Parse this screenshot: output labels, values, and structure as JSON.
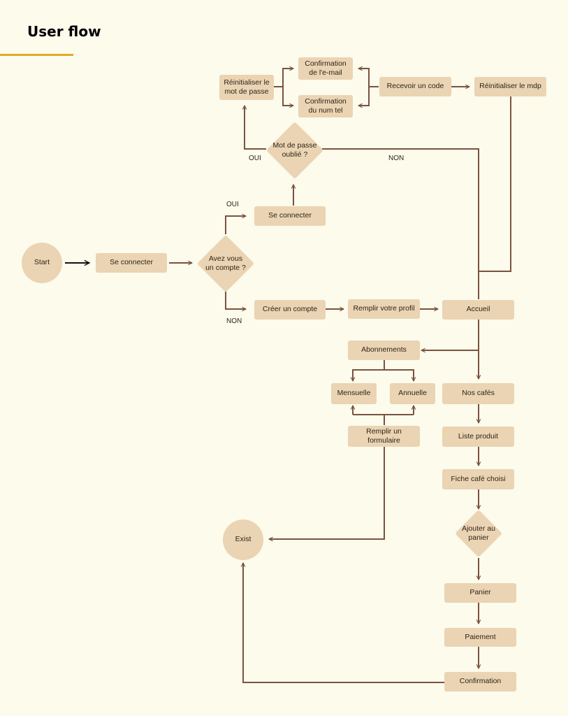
{
  "title": "User flow",
  "colors": {
    "background": "#fcfbec",
    "node_fill": "#ebd4b3",
    "connector": "#7a5240",
    "accent_underline": "#e2a92b"
  },
  "nodes": {
    "start": "Start",
    "se_connecter_1": "Se connecter",
    "avez_vous": "Avez vous\nun compte ?",
    "se_connecter_2": "Se connecter",
    "mot_de_passe": "Mot de passe\noublié ?",
    "reinit_mdp_passe": "Réinitialiser le\nmot de passe",
    "confirm_email": "Confirmation\nde l'e-mail",
    "confirm_tel": "Confirmation\ndu num tel",
    "recevoir_code": "Recevoir un code",
    "reinit_mdp": "Réinitialiser le mdp",
    "creer_compte": "Créer un compte",
    "remplir_profil": "Remplir votre profil",
    "accueil": "Accueil",
    "abonnements": "Abonnements",
    "mensuelle": "Mensuelle",
    "annuelle": "Annuelle",
    "remplir_formulaire": "Remplir un\nformulaire",
    "nos_cafes": "Nos cafés",
    "liste_produit": "Liste produit",
    "fiche_cafe": "Fiche café choisi",
    "ajouter_panier": "Ajouter au\npanier",
    "panier": "Panier",
    "paiement": "Paiement",
    "confirmation": "Confirmation",
    "exist": "Exist"
  },
  "labels": {
    "oui_compte": "OUI",
    "non_compte": "NON",
    "oui_mdp": "OUI",
    "non_mdp": "NON"
  }
}
